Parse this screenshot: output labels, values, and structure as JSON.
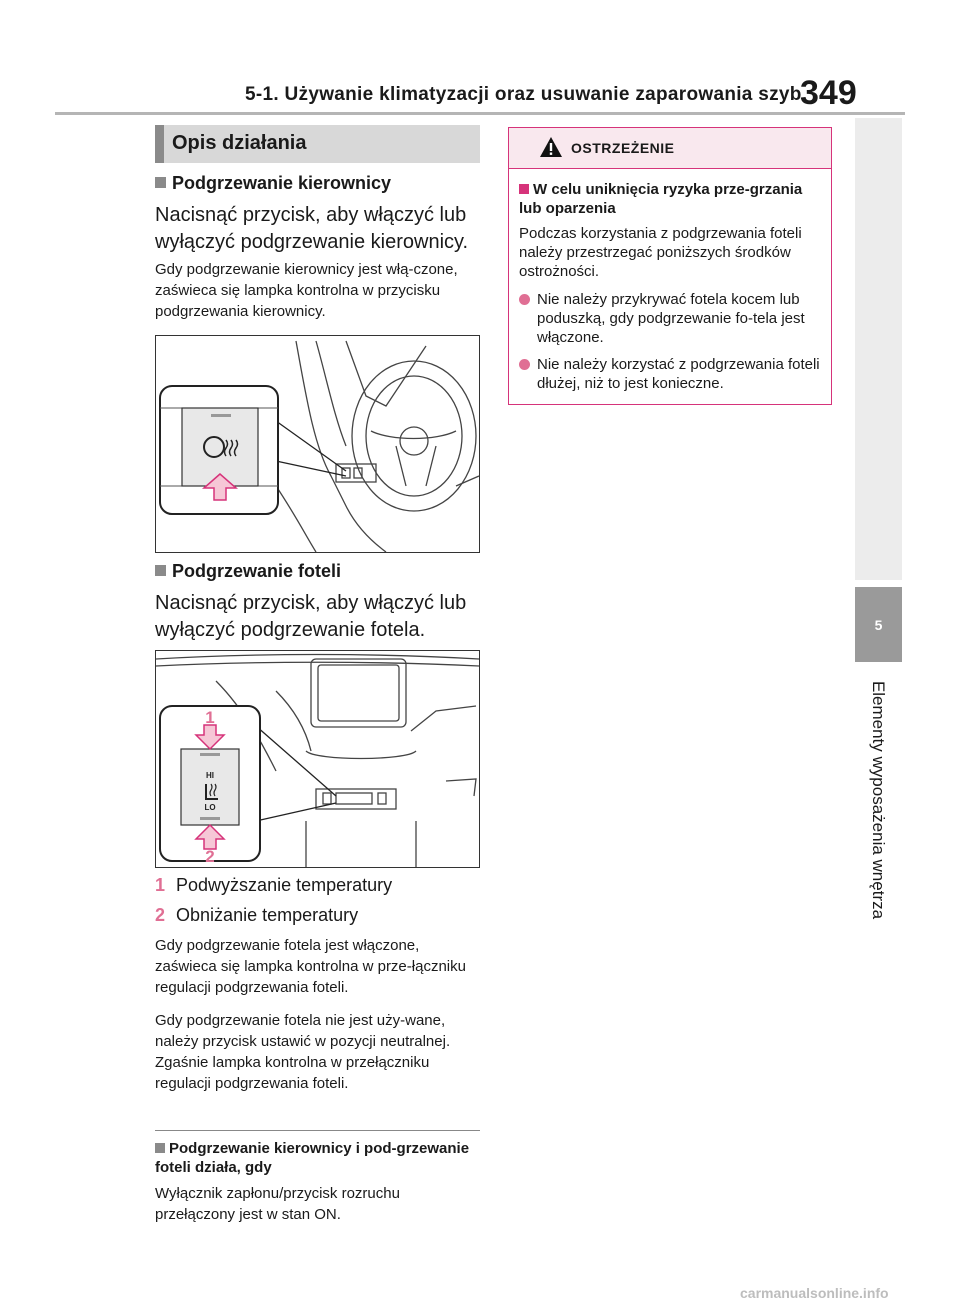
{
  "header": {
    "title": "5-1. Używanie klimatyzacji oraz usuwanie zaparowania szyb",
    "page_number": "349"
  },
  "side": {
    "chapter": "5",
    "label": "Elementy wyposażenia wnętrza"
  },
  "section": {
    "title": "Opis działania"
  },
  "steering_heater": {
    "heading": "Podgrzewanie kierownicy",
    "instruction": "Nacisnąć przycisk, aby włączyć lub wyłączyć podgrzewanie kierownicy.",
    "note": "Gdy podgrzewanie kierownicy jest włą-czone, zaświeca się lampka kontrolna w przycisku podgrzewania kierownicy."
  },
  "seat_heater": {
    "heading": "Podgrzewanie foteli",
    "instruction": "Nacisnąć przycisk, aby włączyć lub wyłączyć podgrzewanie fotela.",
    "figure": {
      "callout_1": "1",
      "callout_2": "2",
      "hi": "HI",
      "lo": "LO"
    },
    "legend": [
      {
        "num": "1",
        "text": "Podwyższanie temperatury"
      },
      {
        "num": "2",
        "text": "Obniżanie temperatury"
      }
    ],
    "note1": "Gdy podgrzewanie fotela jest włączone, zaświeca się lampka kontrolna w prze-łączniku regulacji podgrzewania foteli.",
    "note2": "Gdy podgrzewanie fotela nie jest uży-wane, należy przycisk ustawić w pozycji neutralnej. Zgaśnie lampka kontrolna w przełączniku regulacji podgrzewania foteli."
  },
  "conditions": {
    "heading": "Podgrzewanie kierownicy i pod-grzewanie foteli działa, gdy",
    "text": "Wyłącznik zapłonu/przycisk rozruchu przełączony jest w stan ON."
  },
  "warning": {
    "title": "OSTRZEŻENIE",
    "subheading": "W celu uniknięcia ryzyka prze-grzania lub oparzenia",
    "intro": "Podczas korzystania z podgrzewania foteli należy przestrzegać poniższych środków ostrożności.",
    "items": [
      "Nie należy przykrywać fotela kocem lub poduszką, gdy podgrzewanie fo-tela jest włączone.",
      "Nie należy korzystać z podgrzewania foteli dłużej, niż to jest konieczne."
    ]
  },
  "watermark": "carmanualsonline.info",
  "colors": {
    "accent_pink": "#e06f94",
    "warning_border": "#d6337a",
    "gray_bar": "#d8d8d8"
  }
}
